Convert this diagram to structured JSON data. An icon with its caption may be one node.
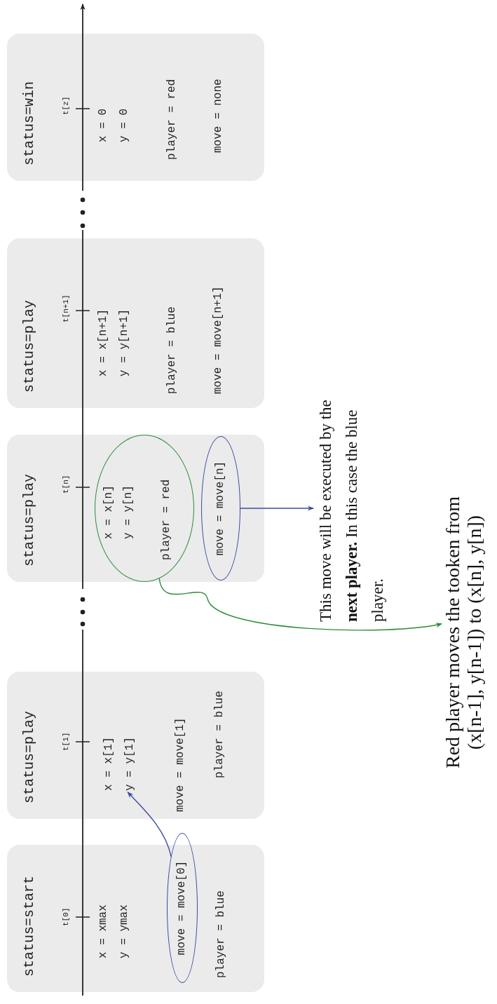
{
  "diagram": {
    "nodes": [
      {
        "text": [
          "status=start",
          "t[0]",
          "x = xmax",
          "y = ymax",
          "player = blue"
        ]
      },
      {
        "text": [
          "move = move[0]"
        ],
        "in": 0
      },
      {
        "text": [
          "status=play",
          "t[1]",
          "move = move[1]",
          "player = blue"
        ]
      },
      {
        "text": [
          "x = x[1]",
          "y = y[1]"
        ],
        "in": 2
      },
      {
        "text": [
          "status=play",
          "t[n]"
        ]
      },
      {
        "text": [
          "x = x[n]",
          "y = y[n]",
          "player = red"
        ],
        "in": 4
      },
      {
        "text": [
          "move = move[n]"
        ],
        "in": 4
      },
      {
        "text": [
          "status=play",
          "t[n+1]",
          "x = x[n+1]",
          "y = y[n+1]",
          "player = blue",
          "move = move[n+1]"
        ]
      },
      {
        "text": [
          "status=win",
          "t[z]",
          "x = 0",
          "y = 0",
          "player = red",
          "move = none"
        ]
      },
      {
        "text": [
          "This move will be executed by the **next player.** In this case the blue player."
        ]
      },
      {
        "text": [
          "Red player moves the tooken from (x[n-1], y[n-1]) to (x[n], y[n])"
        ]
      }
    ],
    "edges": [
      {
        "from": 1,
        "to": 3,
        "arrow": "to"
      },
      {
        "from": 6,
        "to": 9,
        "arrow": "to"
      },
      {
        "from": 5,
        "to": 10,
        "arrow": "to",
        "color": "#2e8b3a"
      }
    ]
  }
}
